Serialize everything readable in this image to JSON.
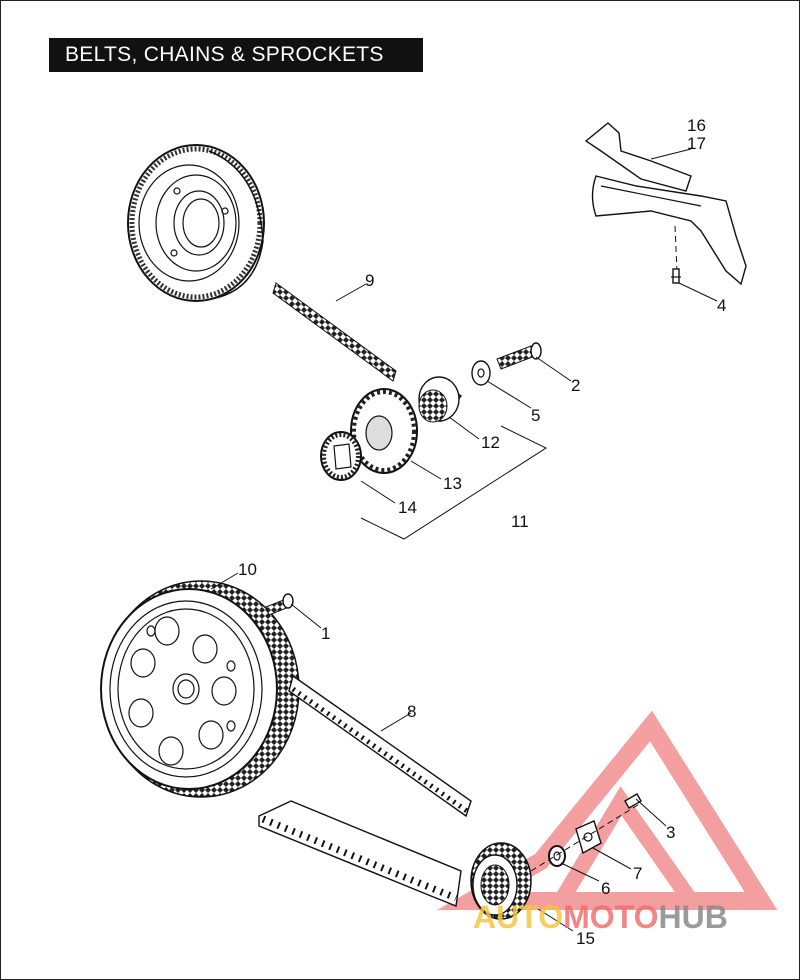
{
  "title": "BELTS, CHAINS & SPROCKETS",
  "callouts": [
    {
      "id": "c1",
      "text": "1"
    },
    {
      "id": "c2",
      "text": "2"
    },
    {
      "id": "c3",
      "text": "3"
    },
    {
      "id": "c4",
      "text": "4"
    },
    {
      "id": "c5",
      "text": "5"
    },
    {
      "id": "c6",
      "text": "6"
    },
    {
      "id": "c7",
      "text": "7"
    },
    {
      "id": "c8",
      "text": "8"
    },
    {
      "id": "c9",
      "text": "9"
    },
    {
      "id": "c10",
      "text": "10"
    },
    {
      "id": "c11",
      "text": "11"
    },
    {
      "id": "c12",
      "text": "12"
    },
    {
      "id": "c13",
      "text": "13"
    },
    {
      "id": "c14",
      "text": "14"
    },
    {
      "id": "c15",
      "text": "15"
    },
    {
      "id": "c16",
      "text": "16"
    },
    {
      "id": "c17",
      "text": "17"
    }
  ],
  "watermark": {
    "part1": "AUTO",
    "part2": "MOTO",
    "part3": "HUB",
    "color_auto": "#f5c542",
    "color_moto": "#f07070",
    "color_hub": "#8a8a8a",
    "triangle_color": "#f08080"
  }
}
